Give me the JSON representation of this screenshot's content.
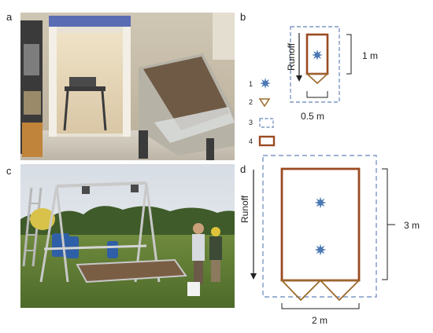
{
  "panels": {
    "a": {
      "letter": "a"
    },
    "b": {
      "letter": "b",
      "runoff_label": "Runoff",
      "height_label": "1 m",
      "width_label": "0.5 m",
      "legend": [
        {
          "number": "1",
          "symbol": "sprinkler-star-icon"
        },
        {
          "number": "2",
          "symbol": "collector-triangle-icon"
        },
        {
          "number": "3",
          "symbol": "dashed-rectangle-icon"
        },
        {
          "number": "4",
          "symbol": "solid-rectangle-icon"
        }
      ]
    },
    "c": {
      "letter": "c"
    },
    "d": {
      "letter": "d",
      "runoff_label": "Runoff",
      "height_label": "3 m",
      "width_label": "2 m"
    }
  },
  "colors": {
    "plot_border": "#9b4a22",
    "dashed_border": "#7d98c4",
    "star": "#4c79b3",
    "collector": "#9b6a2c"
  }
}
